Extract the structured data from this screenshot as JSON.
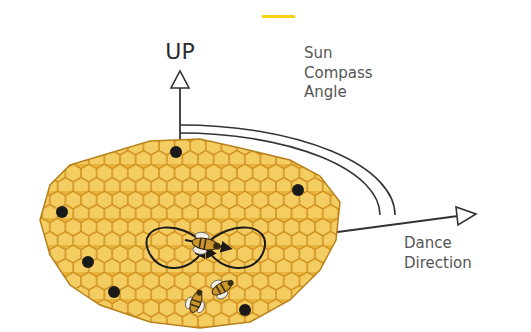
{
  "diagram": {
    "labels": [
      "UP",
      "Sun Compass Angle",
      "Dance Direction"
    ]
  }
}
